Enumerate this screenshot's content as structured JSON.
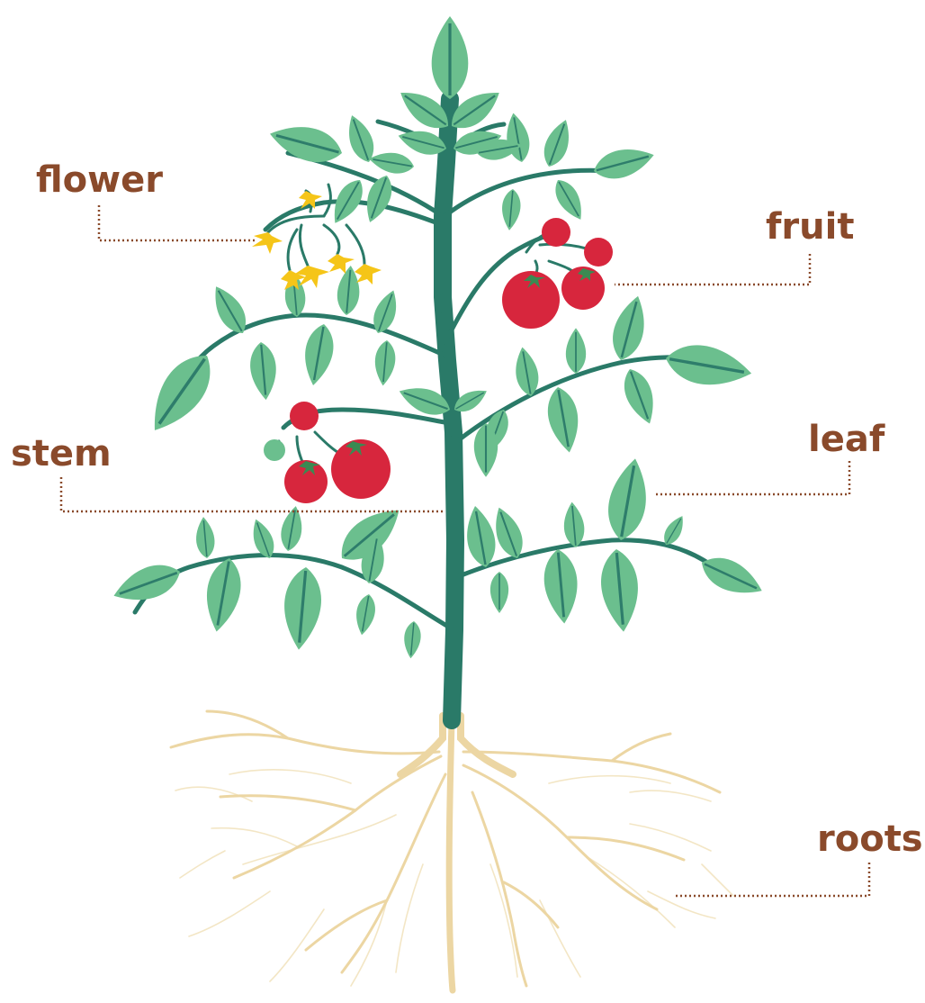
{
  "labels": {
    "flower": "flower",
    "fruit": "fruit",
    "stem": "stem",
    "leaf": "leaf",
    "roots": "roots"
  },
  "colors": {
    "label_text": "#8a4a2b",
    "leader_line": "#8a4a2b",
    "leaf": "#6bbf8e",
    "leaf_vein": "#2e7d6b",
    "stem": "#2a7a68",
    "fruit": "#d7263d",
    "flower": "#f5c518",
    "roots": "#ecd6a3"
  }
}
